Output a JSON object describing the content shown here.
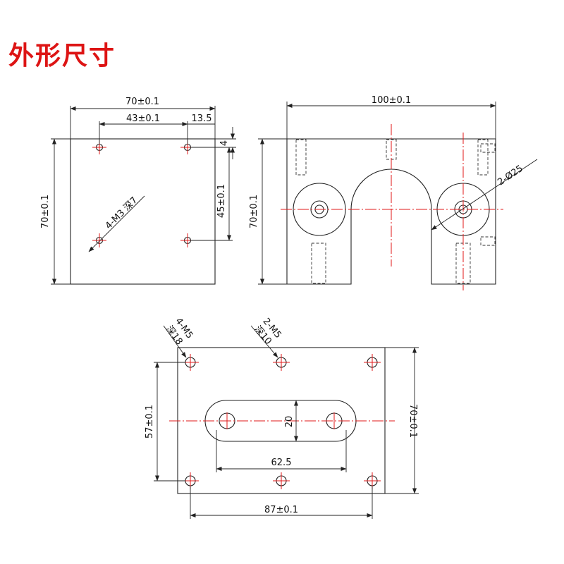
{
  "title": "外形尺寸",
  "side_view": {
    "width": "70±0.1",
    "height": "70±0.1",
    "hole_pitch_x": "43±0.1",
    "hole_offset_x": "13.5",
    "hole_offset_y": "4",
    "hole_pitch_y": "45±0.1",
    "hole_callout": "4-M3 深7"
  },
  "front_view": {
    "width": "100±0.1",
    "height": "70±0.1",
    "bore_callout": "2-Ø25"
  },
  "bottom_view": {
    "width": "87±0.1",
    "height_left": "57±0.1",
    "height_right": "70±0.1",
    "slot_width": "62.5",
    "slot_height": "20",
    "callout_1": "4-M5",
    "callout_1_depth": "深18",
    "callout_2": "2-M5",
    "callout_2_depth": "深10"
  }
}
